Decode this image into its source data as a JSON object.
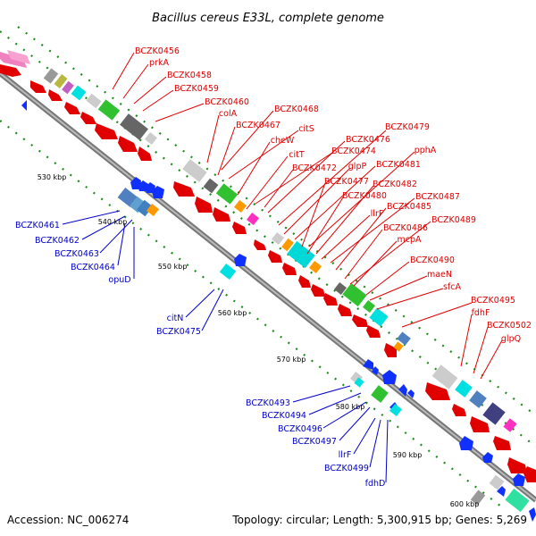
{
  "title": "Bacillus cereus E33L, complete genome",
  "footer": {
    "accession": "Accession: NC_006274",
    "summary": "Topology: circular; Length: 5,300,915 bp; Genes: 5,269"
  },
  "colors": {
    "forward_label": "#e00000",
    "reverse_label": "#0000cc",
    "backbone": "#888888",
    "gc_dots": "#1a8c1a"
  },
  "kbp_ticks": [
    "530 kbp",
    "540 kbp",
    "550 kbp",
    "560 kbp",
    "570 kbp",
    "580 kbp",
    "590 kbp",
    "600 kbp"
  ],
  "forward_labels": [
    "BCZK0456",
    "prkA",
    "BCZK0458",
    "BCZK0459",
    "BCZK0460",
    "colA",
    "BCZK0468",
    "BCZK0467",
    "citS",
    "cheW",
    "BCZK0474",
    "BCZK0476",
    "BCZK0479",
    "citT",
    "BCZK0472",
    "glpP",
    "BCZK0481",
    "pphA",
    "BCZK0477",
    "BCZK0482",
    "BCZK0480",
    "BCZK0487",
    "llrF",
    "BCZK0485",
    "BCZK0489",
    "BCZK0486",
    "mcpA",
    "BCZK0490",
    "maeN",
    "sfcA",
    "BCZK0495",
    "fdhF",
    "BCZK0502",
    "glpQ"
  ],
  "reverse_labels": [
    "BCZK0461",
    "BCZK0462",
    "BCZK0463",
    "BCZK0464",
    "opuD",
    "citN",
    "BCZK0475",
    "BCZK0493",
    "BCZK0494",
    "BCZK0496",
    "BCZK0497",
    "llrF",
    "BCZK0499",
    "fdhD"
  ]
}
